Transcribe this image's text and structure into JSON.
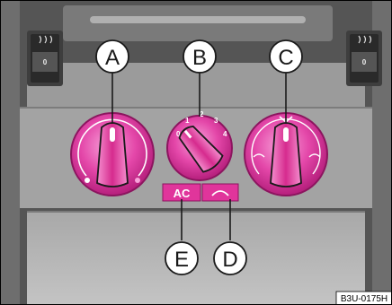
{
  "callouts": {
    "a": "A",
    "b": "B",
    "c": "C",
    "d": "D",
    "e": "E"
  },
  "fan_scale": [
    "0",
    "1",
    "2",
    "3",
    "4"
  ],
  "ac_button_label": "AC",
  "seat_heater_level_left": "0",
  "seat_heater_level_right": "0",
  "reference_code": "B3U-0175H",
  "colors": {
    "panel_dark": "#5a5a5a",
    "panel_mid": "#9a9a9a",
    "panel_light": "#b9b9b9",
    "knob_pink": "#e0359b",
    "knob_pink_light": "#f58fcf",
    "outline": "#1a1a1a"
  }
}
